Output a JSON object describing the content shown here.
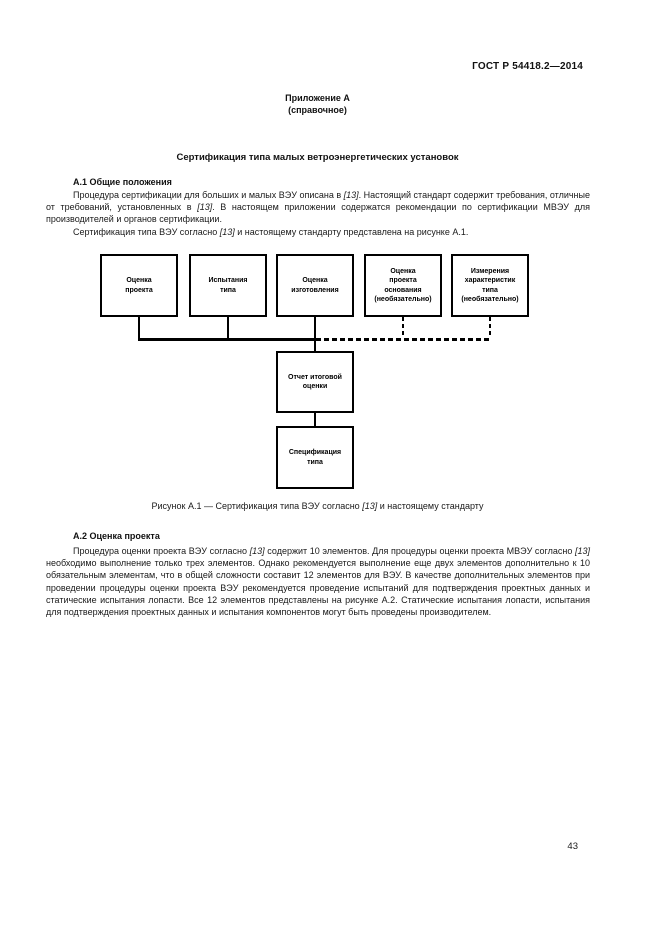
{
  "colors": {
    "background": "#ffffff",
    "ink": "#000000"
  },
  "header": {
    "doc_number": "ГОСТ Р 54418.2—2014"
  },
  "appendix": {
    "label": "Приложение А",
    "note": "(справочное)"
  },
  "title": "Сертификация типа малых ветроэнергетических установок",
  "section_a1": {
    "heading": "А.1 Общие положения",
    "p1_runs": [
      {
        "t": "Процедура сертификации для больших и малых ВЭУ описана в "
      },
      {
        "t": "[13]",
        "i": true
      },
      {
        "t": ". Настоящий стандарт содержит требования, отличные от требований, установленных в "
      },
      {
        "t": "[13]",
        "i": true
      },
      {
        "t": ". В настоящем приложении содержатся рекомендации по сертификации МВЭУ для производителей и органов сертификации."
      }
    ],
    "p2_runs": [
      {
        "t": "Сертификация типа ВЭУ согласно "
      },
      {
        "t": "[13]",
        "i": true
      },
      {
        "t": " и настоящему стандарту представлена на рисунке А.1."
      }
    ]
  },
  "figure": {
    "top_boxes": [
      {
        "label": "Оценка\nпроекта"
      },
      {
        "label": "Испытания\nтипа"
      },
      {
        "label": "Оценка\nизготовления"
      },
      {
        "label": "Оценка\nпроекта\nоснования\n(необязательно)"
      },
      {
        "label": "Измерения\nхарактеристик\nтипа\n(необязательно)"
      }
    ],
    "final_report_label": "Отчет итоговой\nоценки",
    "type_spec_label": "Спецификация\nтипа",
    "caption_runs": [
      {
        "t": "Рисунок А.1 — Сертификация типа ВЭУ согласно "
      },
      {
        "t": "[13]",
        "i": true
      },
      {
        "t": " и настоящему стандарту"
      }
    ]
  },
  "section_a2": {
    "heading": "А.2 Оценка проекта",
    "p1_runs": [
      {
        "t": "Процедура оценки проекта ВЭУ согласно "
      },
      {
        "t": "[13]",
        "i": true
      },
      {
        "t": " содержит 10 элементов. Для процедуры оценки проекта МВЭУ согласно "
      },
      {
        "t": "[13]",
        "i": true
      },
      {
        "t": " необходимо выполнение только трех элементов. Однако рекомендуется выполнение еще двух элементов дополнительно к 10 обязательным элементам, что в общей сложности составит 12 элементов для ВЭУ. В качестве дополнительных элементов при проведении процедуры оценки проекта ВЭУ рекомендуется проведение испытаний для подтверждения проектных данных и статические испытания лопасти. Все 12 элементов представлены на рисунке А.2. Статические испытания лопасти, испытания для подтверждения проектных данных и испытания компонентов могут быть проведены производителем."
      }
    ]
  },
  "footer": {
    "page_number": "43"
  }
}
